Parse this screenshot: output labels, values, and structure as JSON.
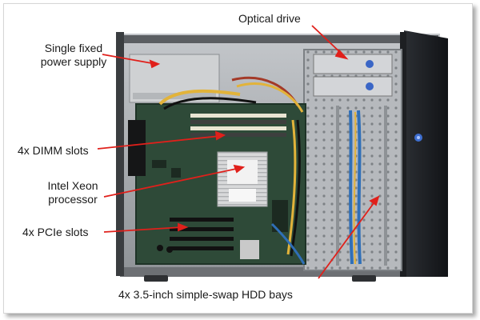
{
  "callouts": {
    "power_supply": "Single fixed\npower supply",
    "optical_drive": "Optical drive",
    "dimm_slots": "4x DIMM slots",
    "processor": "Intel Xeon\nprocessor",
    "pcie_slots": "4x PCIe slots",
    "hdd_bays": "4x 3.5-inch simple-swap HDD bays"
  },
  "colors": {
    "arrow": "#e0201b",
    "chassis": "#a9acb0",
    "motherboard": "#2e4a38",
    "cable_blue": "#2f6fb8",
    "cable_yellow": "#e2b33a"
  }
}
